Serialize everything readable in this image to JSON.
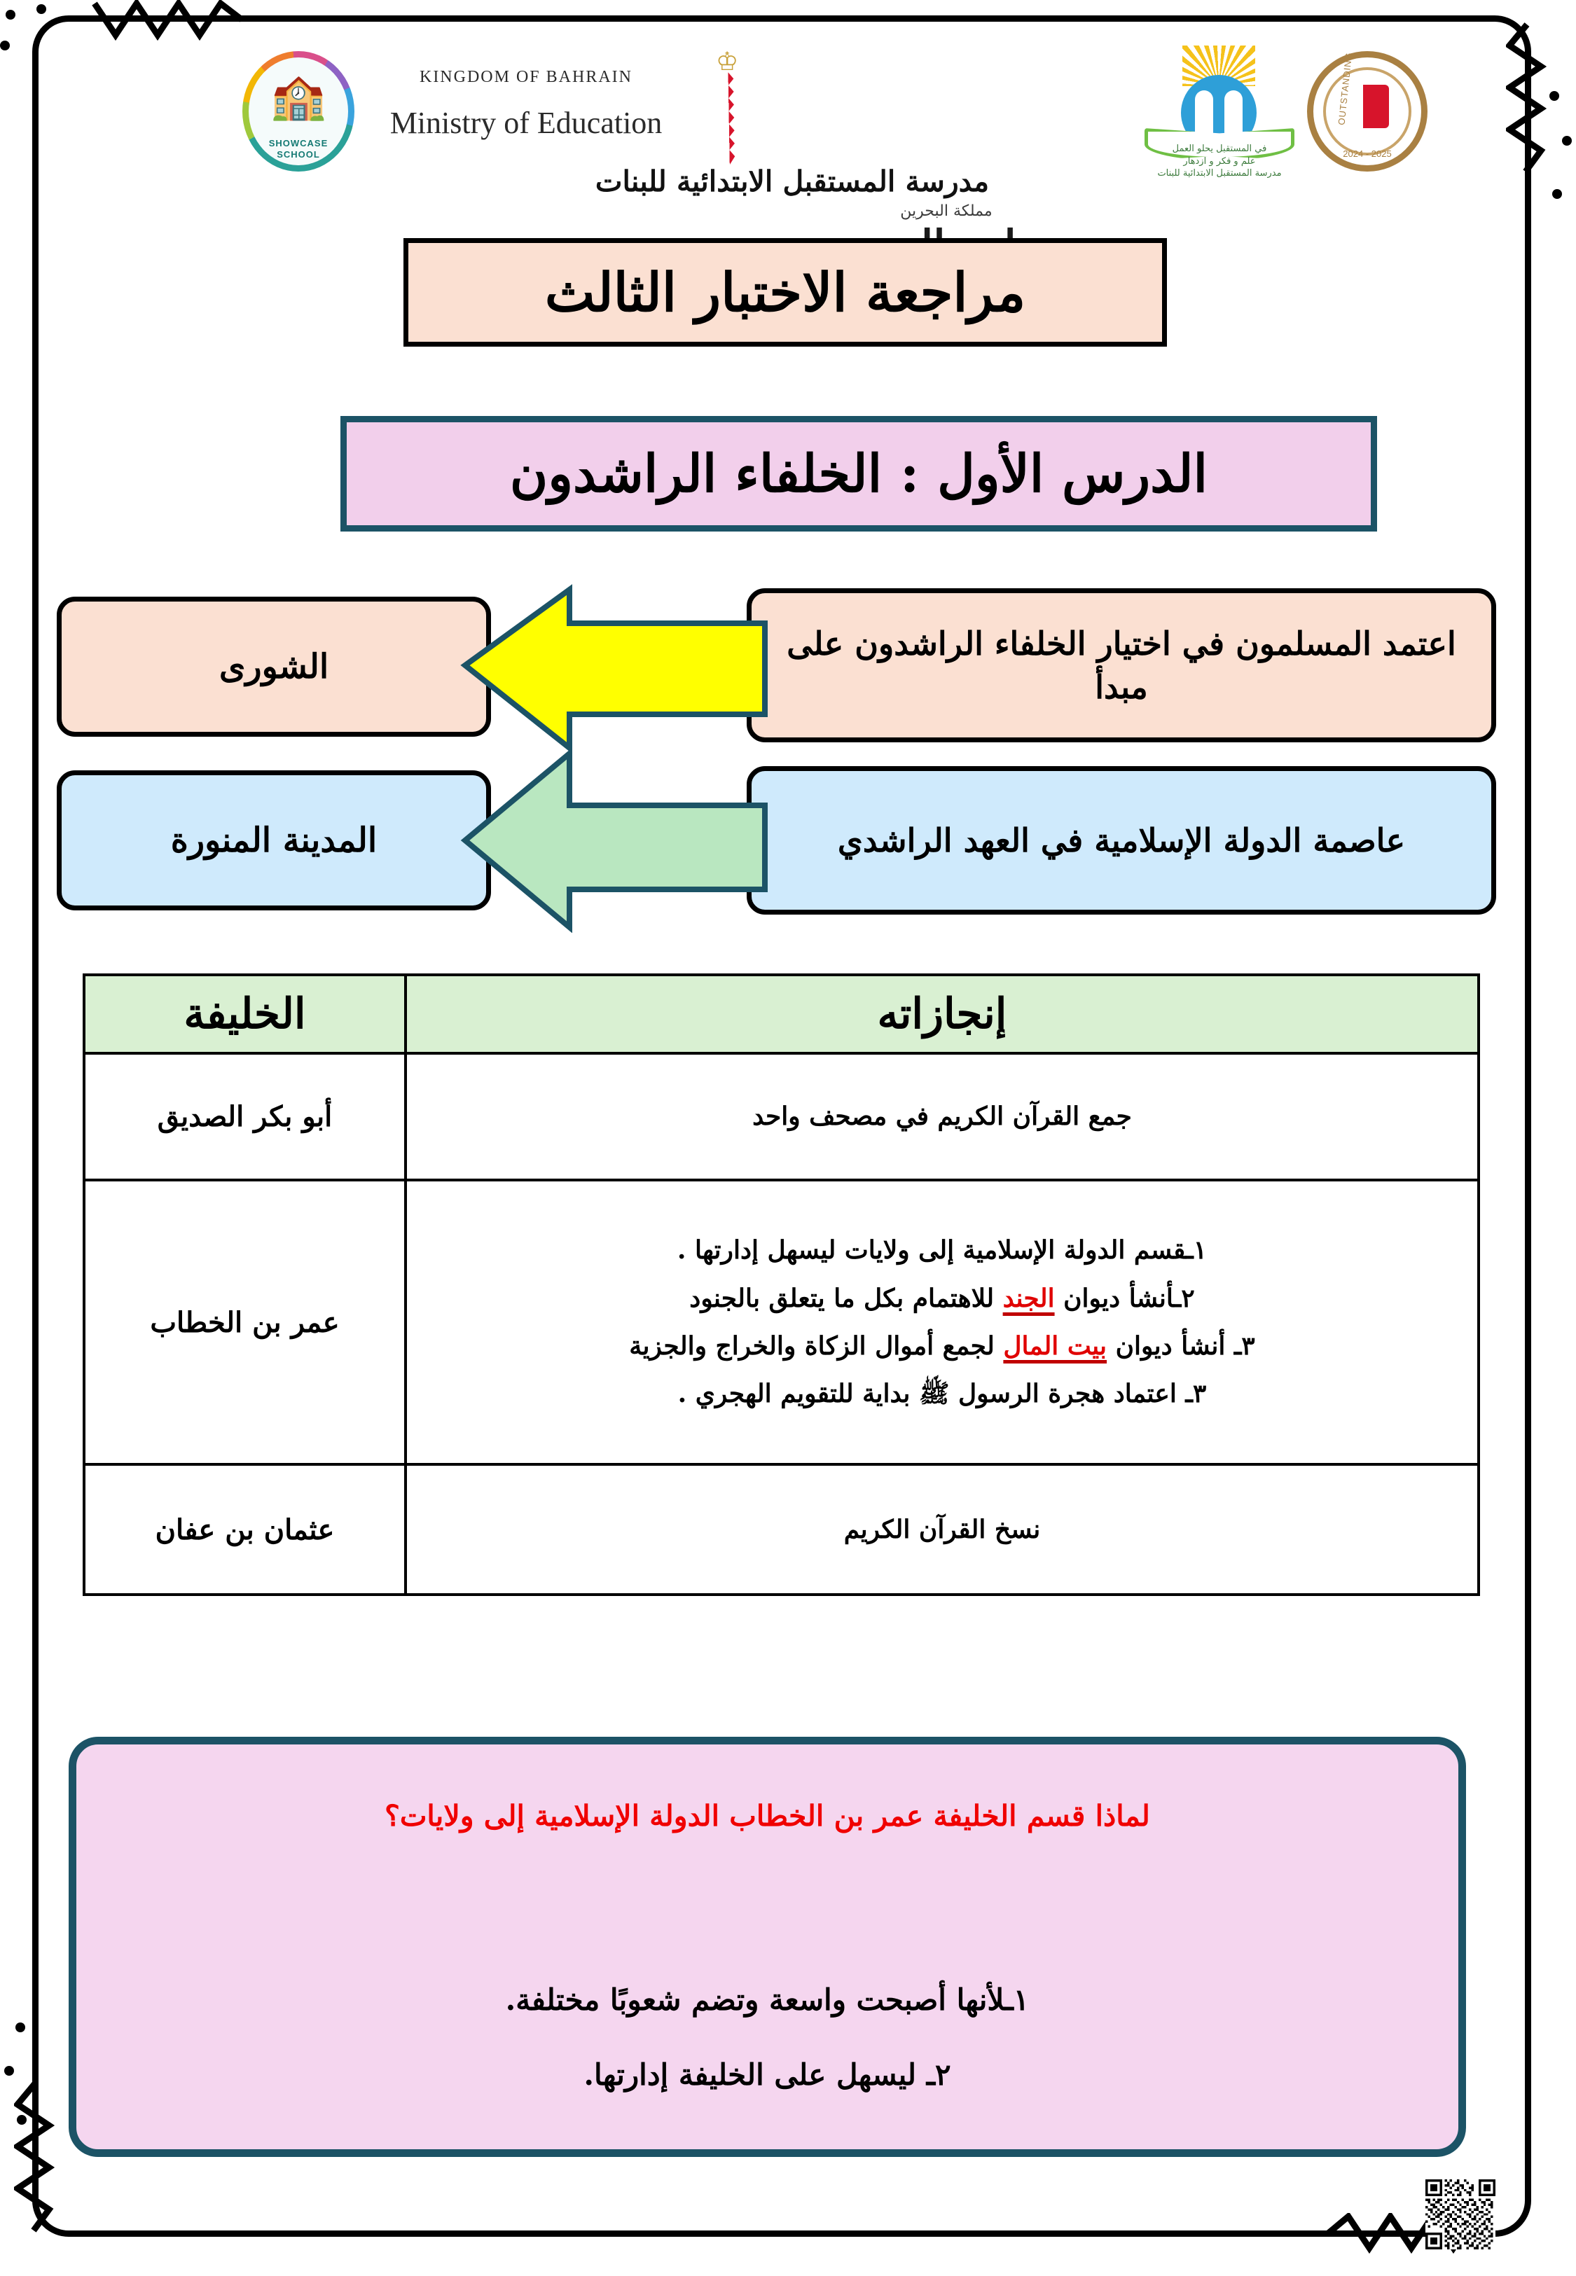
{
  "header": {
    "showcase_badge": {
      "line1": "SHOWCASE",
      "line2": "SCHOOL",
      "icon": "school-building-icon"
    },
    "ministry_en": {
      "kingdom": "KINGDOM OF BAHRAIN",
      "ministry": "Ministry of Education"
    },
    "ministry_ar": {
      "kingdom": "مملكة البحرين",
      "ministry": "وزارة التربية والتعليم"
    },
    "future_school_badge": {
      "line1": "في المستقبل يحلو العمل",
      "line2": "علم و فكر و ازدهار",
      "line3": "مدرسة المستقبل الابتدائية للبنات"
    },
    "outstanding_badge": {
      "word": "OUTSTANDING",
      "year": "2024 - 2025"
    },
    "school_name": "مدرسة المستقبل الابتدائية للبنات"
  },
  "titles": {
    "main": "مراجعة الاختبار الثالث",
    "lesson": "الدرس الأول : الخلفاء الراشدون"
  },
  "diagram": {
    "row1": {
      "answer": "الشورى",
      "prompt": "اعتمد المسلمون في اختيار الخلفاء الراشدون على مبدأ",
      "arrow_color": "#ffff00"
    },
    "row2": {
      "answer": "المدينة المنورة",
      "prompt": "عاصمة الدولة الإسلامية في العهد الراشدي",
      "arrow_color": "#b9e7c0"
    }
  },
  "table": {
    "headers": {
      "achievements": "إنجازاته",
      "caliph": "الخليفة"
    },
    "rows": [
      {
        "caliph": "أبو بكر الصديق",
        "achievements": [
          {
            "parts": [
              {
                "text": "جمع القرآن الكريم  في مصحف واحد",
                "highlight": false
              }
            ]
          }
        ]
      },
      {
        "caliph": "عمر بن الخطاب",
        "achievements": [
          {
            "parts": [
              {
                "text": "١ـقسم الدولة الإسلامية إلى ولايات ليسهل إدارتها  .",
                "highlight": false
              }
            ]
          },
          {
            "parts": [
              {
                "text": "٢ـأنشأ ديوان ",
                "highlight": false
              },
              {
                "text": "الجند",
                "highlight": true
              },
              {
                "text": "  للاهتمام بكل ما يتعلق بالجنود",
                "highlight": false
              }
            ]
          },
          {
            "parts": [
              {
                "text": "٣ـ أنشأ ديوان ",
                "highlight": false
              },
              {
                "text": "بيت المال",
                "highlight": true
              },
              {
                "text": "  لجمع  أموال الزكاة والخراج والجزية",
                "highlight": false
              }
            ]
          },
          {
            "parts": [
              {
                "text": "٣ـ اعتماد  هجرة الرسول ﷺ بداية للتقويم الهجري .",
                "highlight": false
              }
            ]
          }
        ]
      },
      {
        "caliph": "عثمان بن عفان",
        "achievements": [
          {
            "parts": [
              {
                "text": "نسخ القرآن الكريم",
                "highlight": false
              }
            ]
          }
        ]
      }
    ]
  },
  "question_box": {
    "question": "لماذا قسم الخليفة عمر بن الخطاب الدولة الإسلامية إلى ولايات؟",
    "answers": [
      "١ـلأنها أصبحت واسعة  وتضم شعوبًا مختلفة.",
      "٢ـ ليسهل على الخليفة إدارتها."
    ]
  },
  "colors": {
    "peach": "#fbe0d2",
    "pink": "#f2cfeb",
    "light_blue": "#cfeafc",
    "light_green": "#d9f0d2",
    "teal_border": "#1c5366",
    "yellow_arrow": "#ffff00",
    "green_arrow": "#b9e7c0",
    "red_text": "#f00000",
    "highlight_red": "#e00000"
  },
  "footer": {
    "qr": "qr-code"
  }
}
